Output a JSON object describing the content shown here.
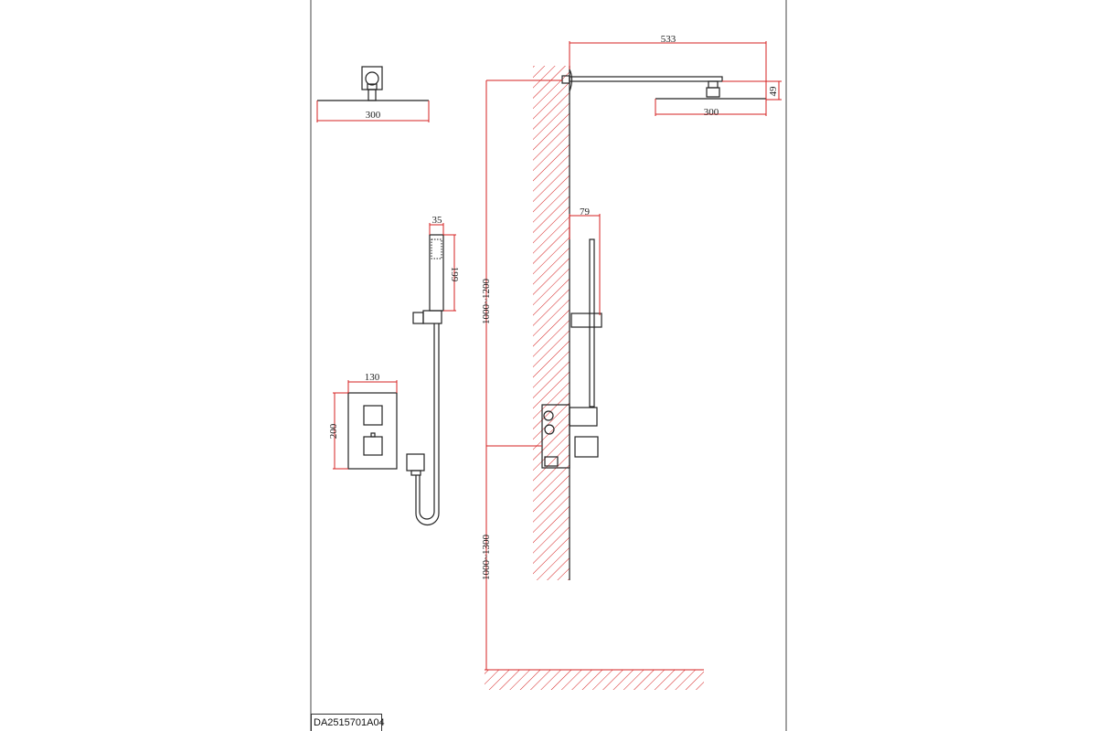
{
  "drawing_code": "DA2515701A04",
  "dimensions": {
    "front_head_width": "300",
    "handshower_width": "35",
    "handshower_length": "199",
    "valve_plate_width": "130",
    "valve_plate_height": "200",
    "arm_length": "533",
    "side_head_width": "300",
    "head_drop": "49",
    "rail_offset": "79",
    "head_height_range": "1000~1200",
    "valve_height_range": "1000~1300"
  },
  "colors": {
    "dimension": "#d62020",
    "outline": "#222222"
  }
}
